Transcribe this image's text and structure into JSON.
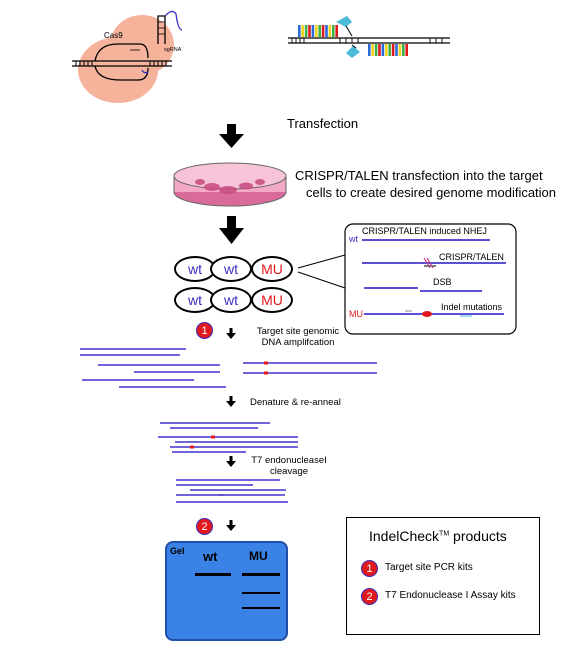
{
  "top": {
    "cas9_label": "Cas9",
    "sgrna_label": "sgRNA"
  },
  "steps": {
    "transfection": "Transfection",
    "crispr_line1": "CRISPR/TALEN transfection into the target",
    "crispr_line2": "cells to create desired genome modification",
    "amplification_line1": "Target site genomic",
    "amplification_line2": "DNA amplifcation",
    "denature": "Denature & re-anneal",
    "t7_line1": "T7 endonucleaseI",
    "t7_line2": "cleavage"
  },
  "cells": {
    "row1": [
      "wt",
      "wt",
      "MU"
    ],
    "row2": [
      "wt",
      "wt",
      "MU"
    ]
  },
  "callout": {
    "title": "CRISPR/TALEN induced NHEJ",
    "wt_label": "wt",
    "crispr_talen": "CRISPR/TALEN",
    "dsb": "DSB",
    "indel": "Indel mutations",
    "mu_label": "MU"
  },
  "badges": {
    "one": "1",
    "two": "2"
  },
  "gel": {
    "label": "Gel",
    "wt_label": "wt",
    "mu_label": "MU"
  },
  "products": {
    "title_main": "IndelCheck",
    "title_tm": "TM",
    "title_rest": " products",
    "items": [
      {
        "num": "1",
        "label": "Target site PCR kits"
      },
      {
        "num": "2",
        "label": "T7 Endonuclease I Assay kits"
      }
    ]
  },
  "colors": {
    "dna": "#5b4fd6",
    "mutation": "#e0191d",
    "cas9": "#f6b39c",
    "gel": "#3b82e6",
    "arrow": "#000000"
  }
}
